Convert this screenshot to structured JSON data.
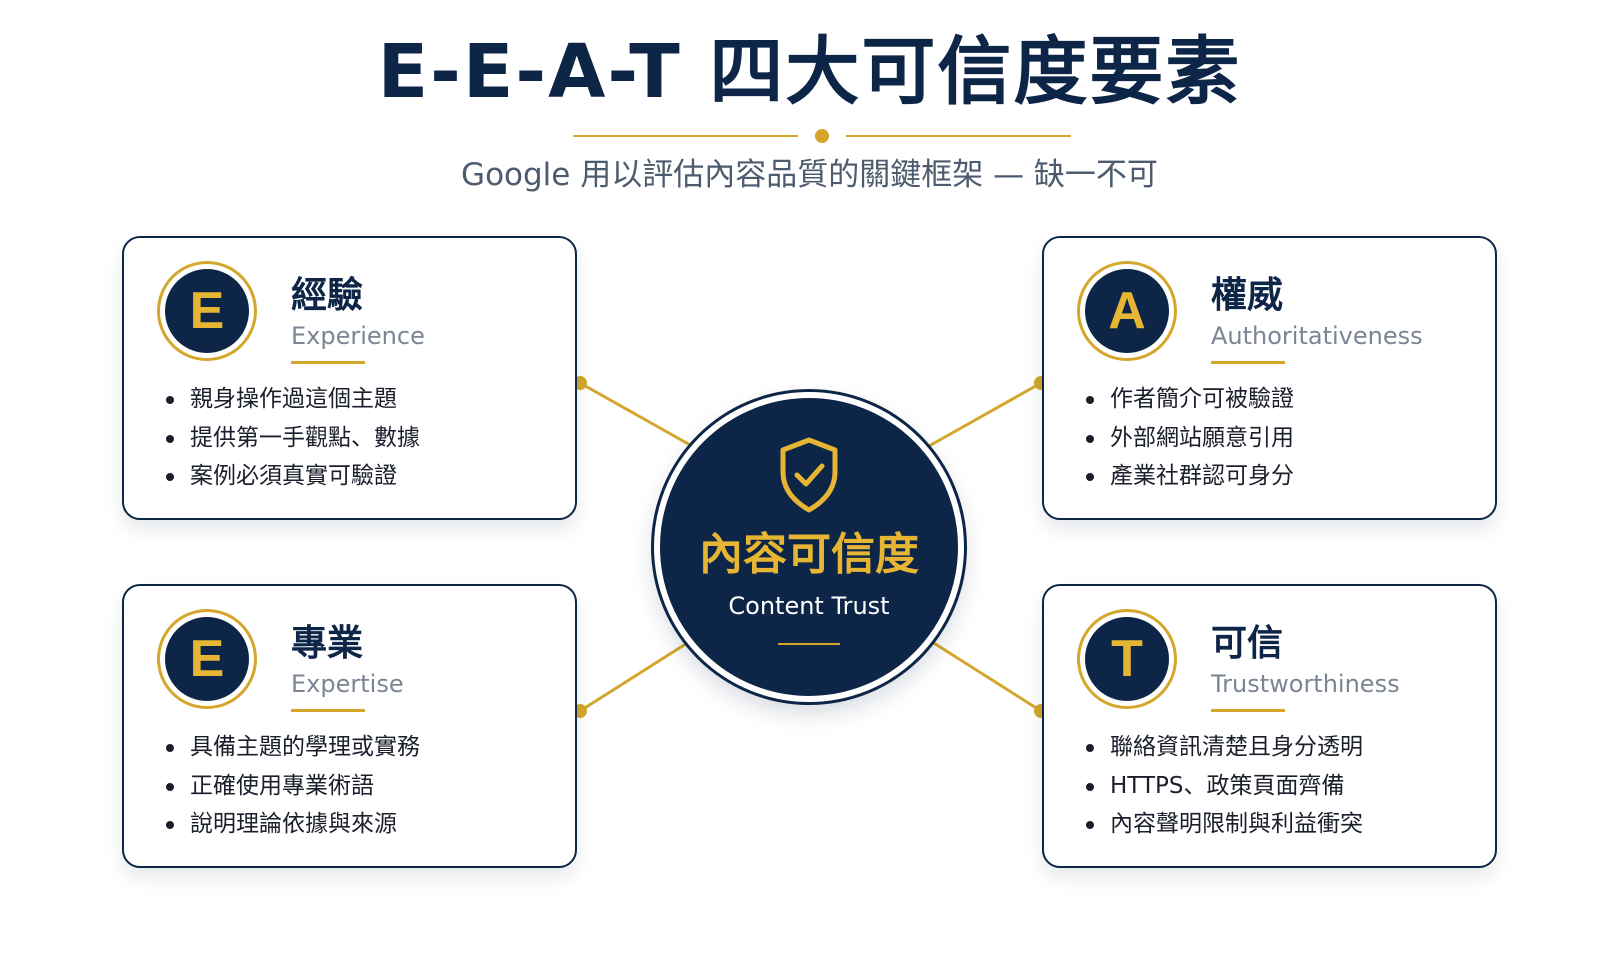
{
  "title": "E-E-A-T 四大可信度要素",
  "subtitle": "Google 用以評估內容品質的關鍵框架 — 缺一不可",
  "colors": {
    "navy": "#0d2547",
    "gold": "#d4a72c",
    "text": "#1a1f2b",
    "muted": "#7b8594"
  },
  "hub": {
    "icon": "shield-check-icon",
    "title": "內容可信度",
    "subtitle": "Content Trust"
  },
  "cards": {
    "experience": {
      "letter": "E",
      "title": "經驗",
      "subtitle": "Experience",
      "items": [
        "親身操作過這個主題",
        "提供第一手觀點、數據",
        "案例必須真實可驗證"
      ]
    },
    "authoritativeness": {
      "letter": "A",
      "title": "權威",
      "subtitle": "Authoritativeness",
      "items": [
        "作者簡介可被驗證",
        "外部網站願意引用",
        "產業社群認可身分"
      ]
    },
    "expertise": {
      "letter": "E",
      "title": "專業",
      "subtitle": "Expertise",
      "items": [
        "具備主題的學理或實務",
        "正確使用專業術語",
        "說明理論依據與來源"
      ]
    },
    "trustworthiness": {
      "letter": "T",
      "title": "可信",
      "subtitle": "Trustworthiness",
      "items": [
        "聯絡資訊清楚且身分透明",
        "HTTPS、政策頁面齊備",
        "內容聲明限制與利益衝突"
      ]
    }
  }
}
